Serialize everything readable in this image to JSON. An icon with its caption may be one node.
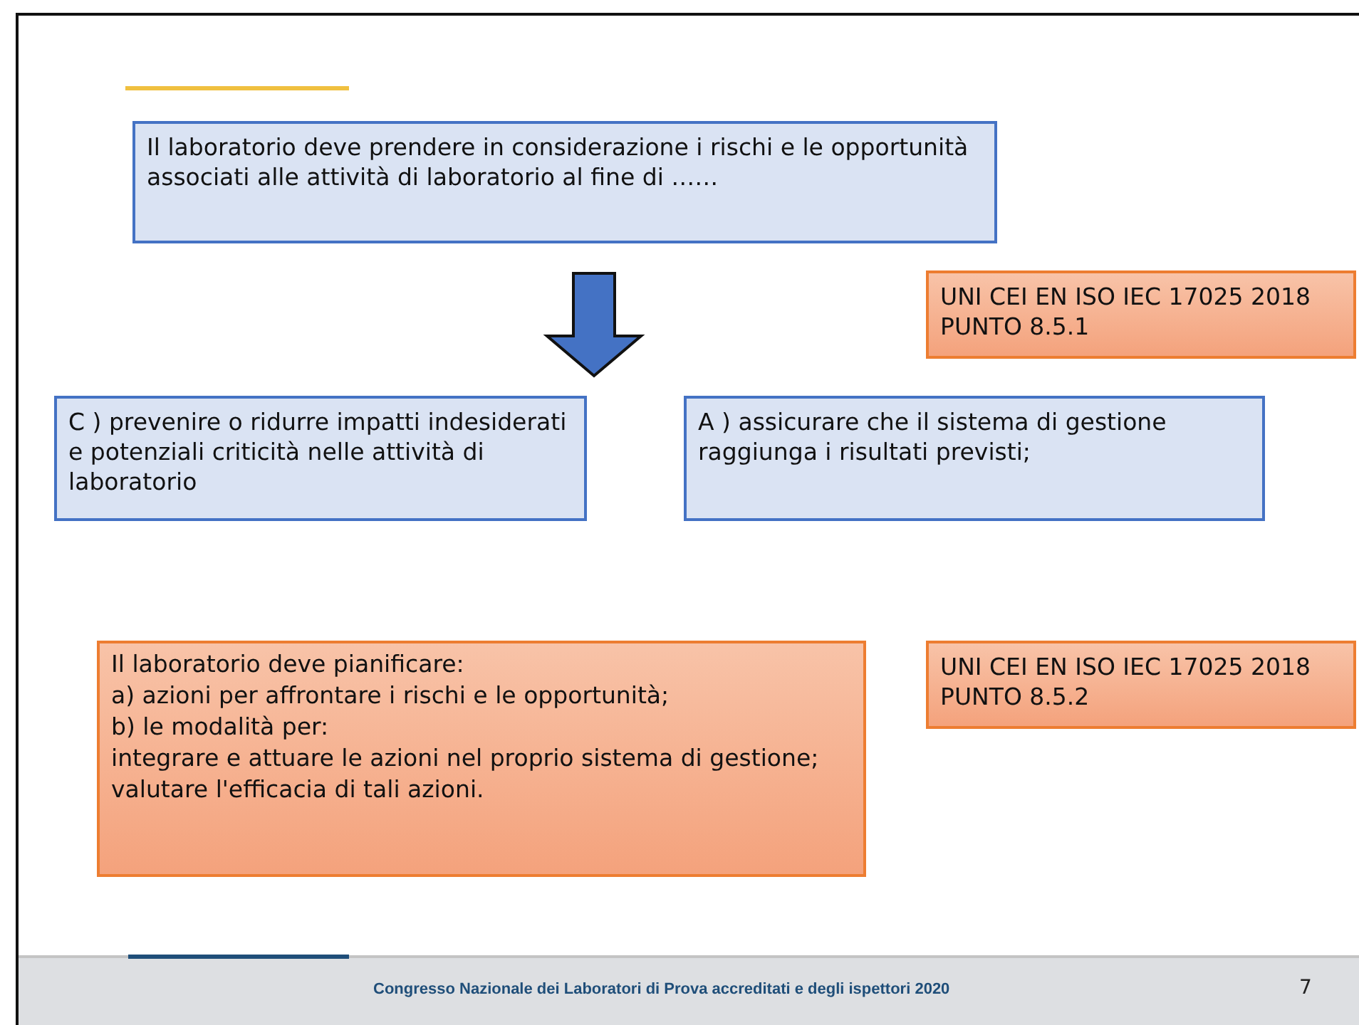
{
  "diagram": {
    "nodes": [
      {
        "text": [
          "Il laboratorio deve prendere in considerazione i rischi e le opportunità associati alle attività di laboratorio al fine di ……"
        ]
      },
      {
        "text": [
          "C ) prevenire o ridurre impatti indesiderati e potenziali criticità nelle attività di laboratorio"
        ]
      },
      {
        "text": [
          "A ) assicurare che il sistema di gestione raggiunga i risultati previsti;"
        ]
      },
      {
        "text": [
          "UNI CEI EN ISO IEC 17025 2018 PUNTO 8.5.1"
        ]
      },
      {
        "text": [
          "Il laboratorio deve pianificare:",
          "a) azioni per affrontare i rischi e le opportunità;",
          "b) le modalità per:",
          "integrare e attuare le azioni nel proprio sistema di gestione;",
          "valutare l'efficacia di tali azioni."
        ]
      },
      {
        "text": [
          "UNI CEI EN ISO IEC 17025 2018 PUNTO 8.5.2"
        ]
      }
    ],
    "edges": [
      {
        "from": 0,
        "to": 1,
        "arrow": "to"
      },
      {
        "from": 0,
        "to": 2,
        "arrow": "to"
      }
    ],
    "labels": [
      "Congresso Nazionale dei Laboratori di Prova accreditati e degli ispettori 2020",
      "7"
    ]
  }
}
